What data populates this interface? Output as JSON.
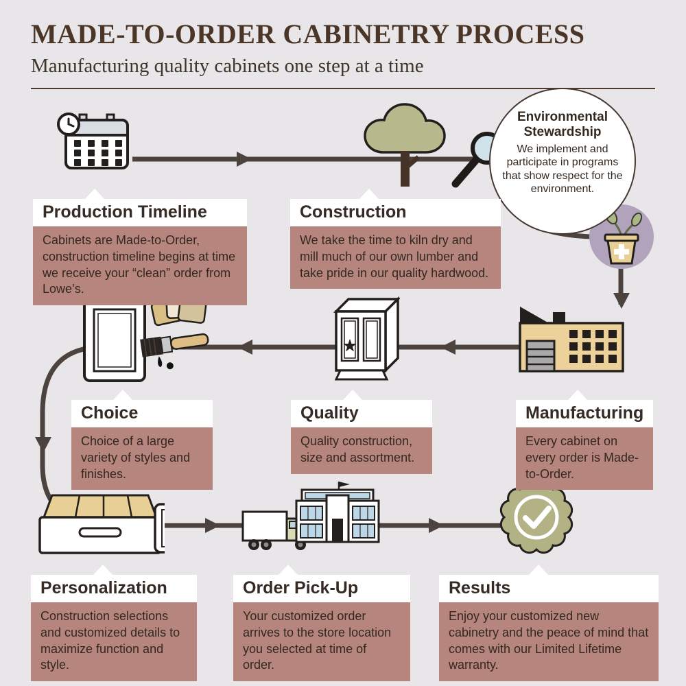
{
  "header": {
    "title": "MADE-TO-ORDER CABINETRY PROCESS",
    "subtitle": "Manufacturing quality cabinets one step at a time"
  },
  "steps": [
    {
      "title": "Production Timeline",
      "desc": "Cabinets are Made-to-Order, construction timeline begins at time we receive your “clean” order from Lowe’s.",
      "icon": "calendar-clock-icon"
    },
    {
      "title": "Construction",
      "desc": "We take the time to kiln dry and mill much of our own lumber and take pride in our quality hardwood.",
      "icon": "tree-magnifier-icon"
    },
    {
      "title": "Environmental Stewardship",
      "desc": "We implement and participate in programs that show respect for the environment.",
      "icon": "potted-plant-icon"
    },
    {
      "title": "Manufacturing",
      "desc": "Every cabinet on every order is Made-to-Order.",
      "icon": "factory-icon"
    },
    {
      "title": "Quality",
      "desc": "Quality construction, size and assortment.",
      "icon": "cabinet-star-icon"
    },
    {
      "title": "Choice",
      "desc": "Choice of a large variety of styles and finishes.",
      "icon": "door-swatches-paintbrush-icon"
    },
    {
      "title": "Personalization",
      "desc": "Construction selections and customized details to maximize function and style.",
      "icon": "drawer-icon"
    },
    {
      "title": "Order Pick-Up",
      "desc": "Your customized order arrives to the store location you selected at time of order.",
      "icon": "truck-store-icon"
    },
    {
      "title": "Results",
      "desc": "Enjoy your customized new cabinetry and the peace of mind that comes with our Limited Lifetime warranty.",
      "icon": "check-badge-icon"
    }
  ],
  "colors": {
    "background": "#e8e6e8",
    "headline_text": "#4a3526",
    "label_panel_mauve": "#b5857e",
    "flow_line": "#4c423e",
    "foliage_green": "#b8b88d",
    "accent_tan": "#e8cf96",
    "accent_purple": "#b2a3bd",
    "badge_olive": "#b2b285",
    "window_blue": "#bcd7e8"
  }
}
